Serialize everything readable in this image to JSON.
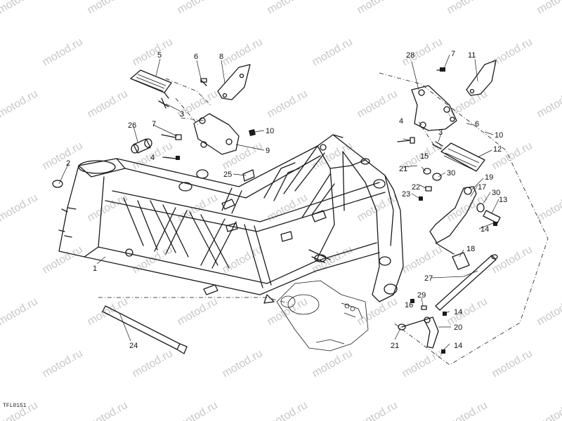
{
  "watermark": {
    "text": "motod.ru",
    "color": "#c8c8c8"
  },
  "drawing_ref": "TFL0151",
  "callouts": [
    {
      "id": "c1",
      "text": "1"
    },
    {
      "id": "c2",
      "text": "2"
    },
    {
      "id": "c3a",
      "text": "3"
    },
    {
      "id": "c3b",
      "text": "3"
    },
    {
      "id": "c4a",
      "text": "4"
    },
    {
      "id": "c4b",
      "text": "4"
    },
    {
      "id": "c5",
      "text": "5"
    },
    {
      "id": "c6a",
      "text": "6"
    },
    {
      "id": "c6b",
      "text": "6"
    },
    {
      "id": "c7a",
      "text": "7"
    },
    {
      "id": "c7b",
      "text": "7"
    },
    {
      "id": "c8",
      "text": "8"
    },
    {
      "id": "c9",
      "text": "9"
    },
    {
      "id": "c10a",
      "text": "10"
    },
    {
      "id": "c10b",
      "text": "10"
    },
    {
      "id": "c11",
      "text": "11"
    },
    {
      "id": "c12",
      "text": "12"
    },
    {
      "id": "c13",
      "text": "13"
    },
    {
      "id": "c14a",
      "text": "14"
    },
    {
      "id": "c14b",
      "text": "14"
    },
    {
      "id": "c14c",
      "text": "14"
    },
    {
      "id": "c15",
      "text": "15"
    },
    {
      "id": "c16",
      "text": "16"
    },
    {
      "id": "c17",
      "text": "17"
    },
    {
      "id": "c18",
      "text": "18"
    },
    {
      "id": "c19",
      "text": "19"
    },
    {
      "id": "c20",
      "text": "20"
    },
    {
      "id": "c21a",
      "text": "21"
    },
    {
      "id": "c21b",
      "text": "21"
    },
    {
      "id": "c22",
      "text": "22"
    },
    {
      "id": "c23",
      "text": "23"
    },
    {
      "id": "c24",
      "text": "24"
    },
    {
      "id": "c25",
      "text": "25"
    },
    {
      "id": "c26",
      "text": "26"
    },
    {
      "id": "c27",
      "text": "27"
    },
    {
      "id": "c28",
      "text": "28"
    },
    {
      "id": "c29",
      "text": "29"
    },
    {
      "id": "c30a",
      "text": "30"
    },
    {
      "id": "c30b",
      "text": "30"
    }
  ]
}
